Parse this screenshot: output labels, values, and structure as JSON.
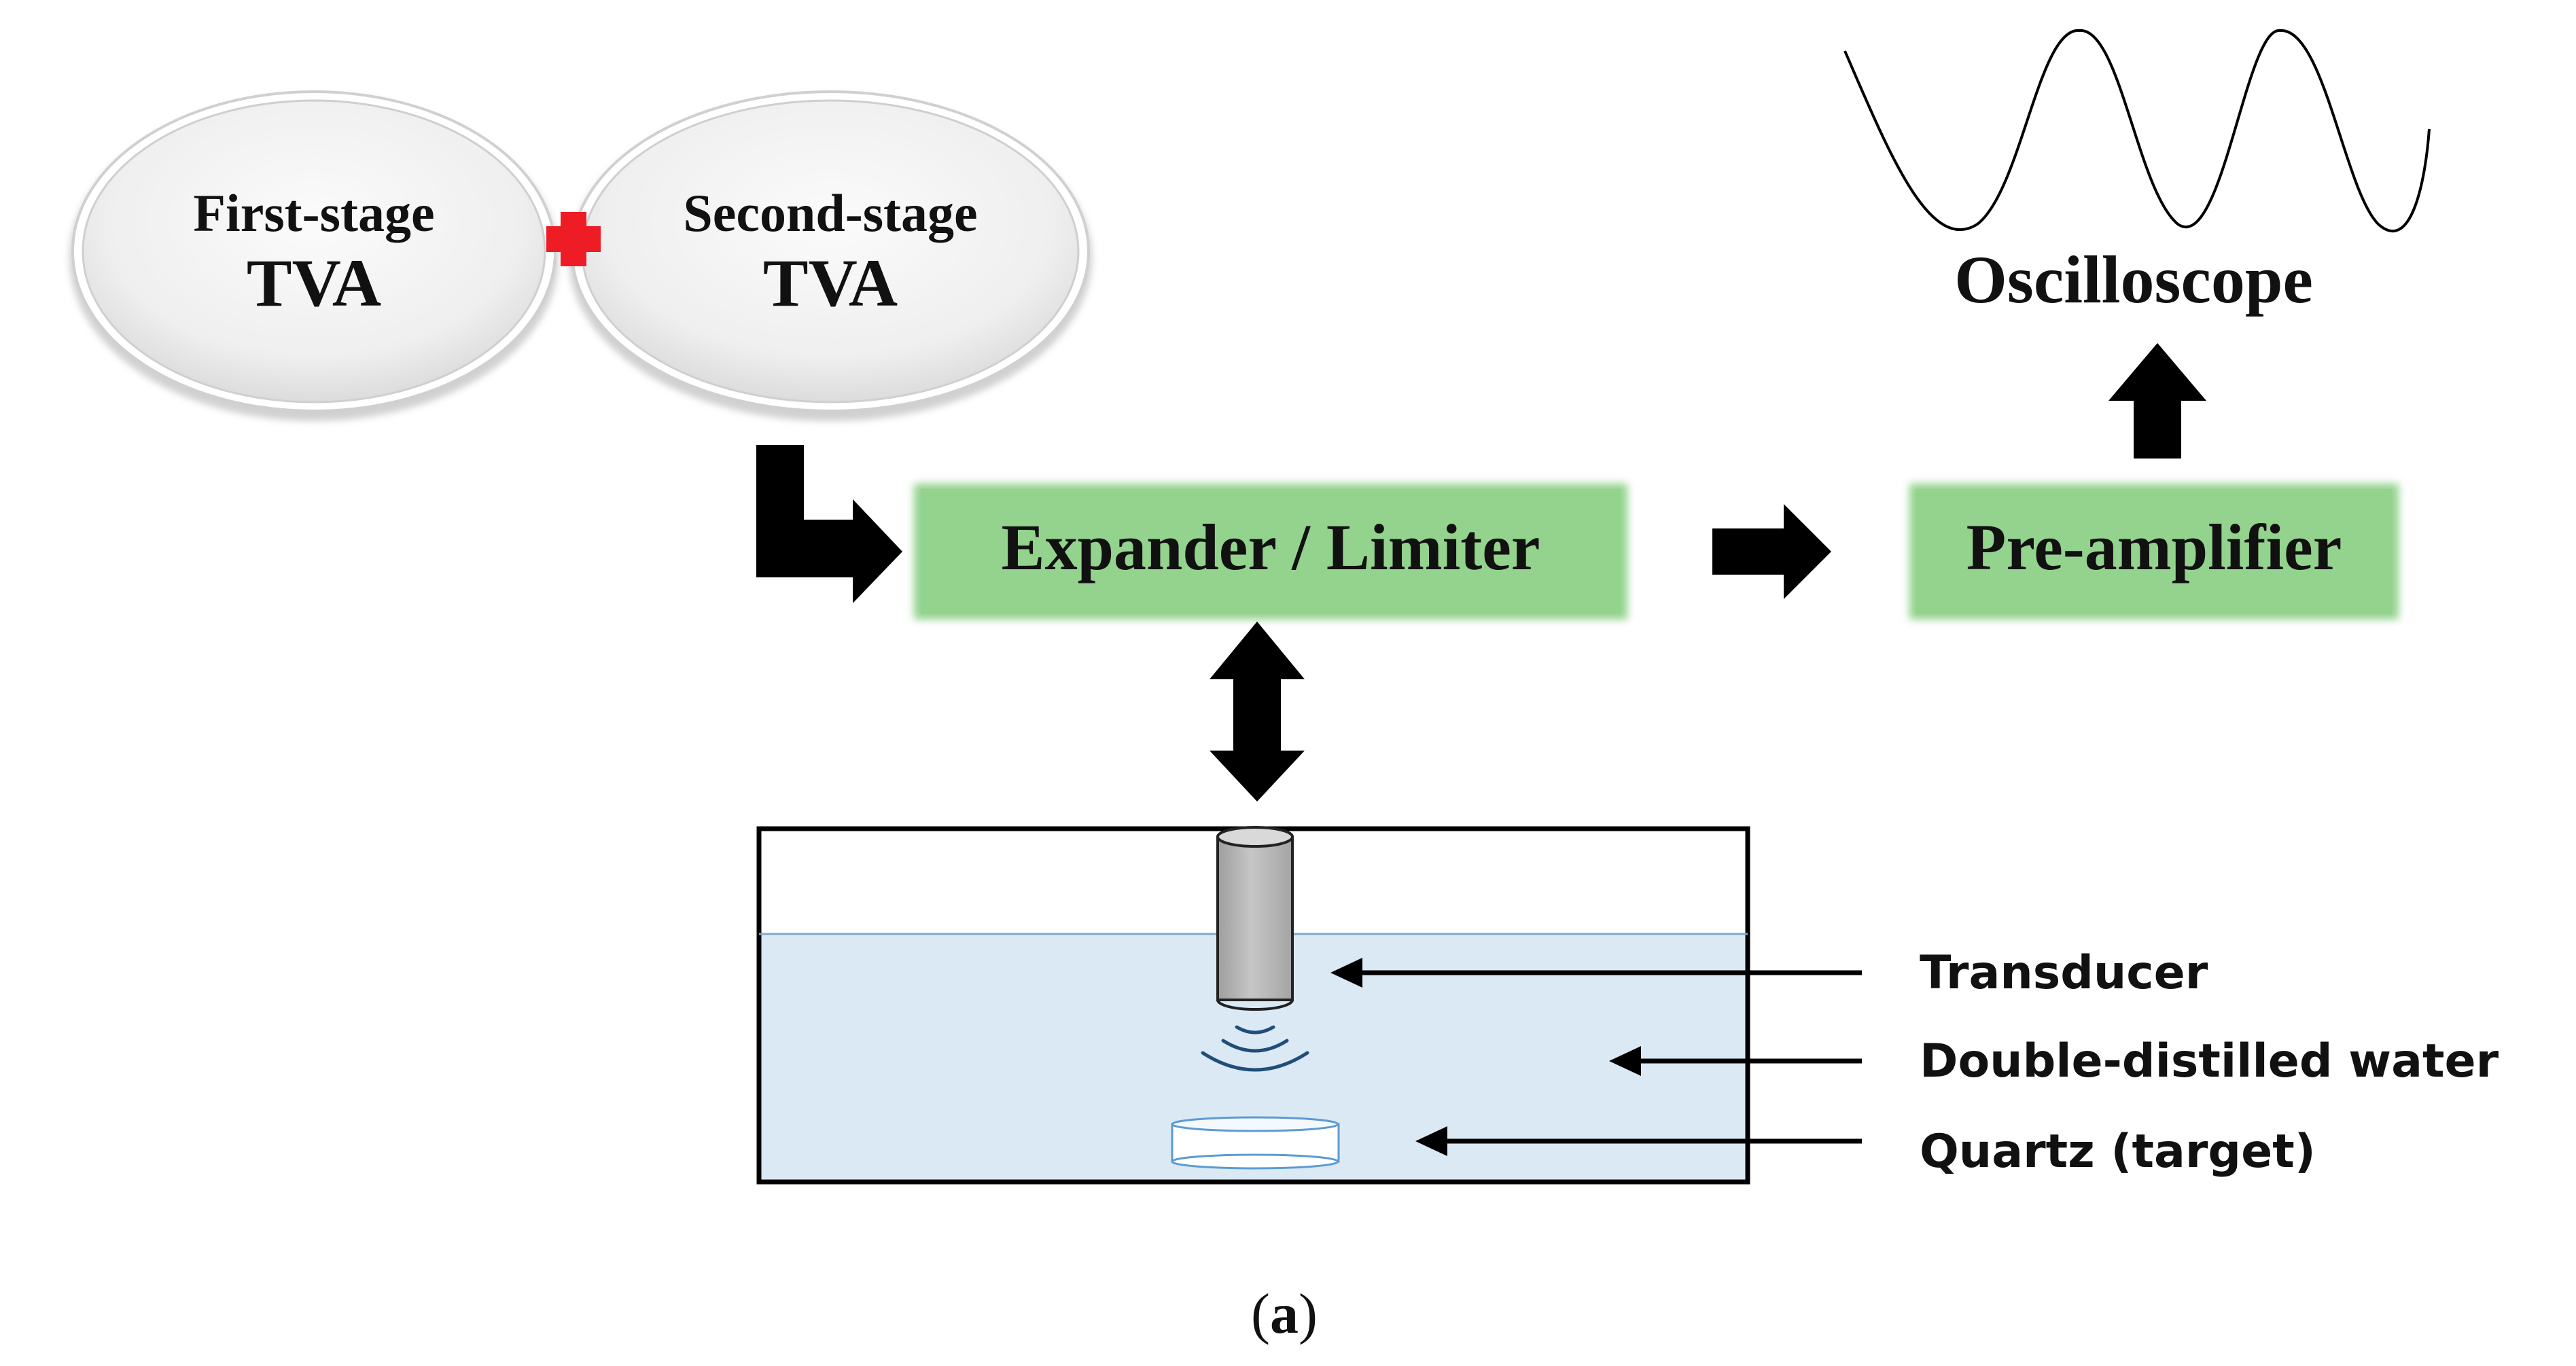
{
  "stages": {
    "first": {
      "line1": "First-stage",
      "line2": "TVA"
    },
    "second": {
      "line1": "Second-stage",
      "line2": "TVA"
    }
  },
  "boxes": {
    "expander": "Expander / Limiter",
    "preamp": "Pre-amplifier"
  },
  "oscilloscope": {
    "label": "Oscilloscope"
  },
  "tank_labels": {
    "transducer": "Transducer",
    "water": "Double-distilled water",
    "target": "Quartz (target)"
  },
  "caption": "(a)",
  "colors": {
    "box_fill": "#93d38d",
    "water_fill": "#dbe9f5",
    "plus_red": "#ee1c24",
    "arrow": "#000000",
    "transducer_gray": "#bdbdbd",
    "wave_blue": "#1f4e79"
  },
  "icons": [
    "plus-icon",
    "sine-wave-icon",
    "arrow-icon",
    "transducer-icon",
    "sound-wave-icon",
    "quartz-disc-icon"
  ]
}
